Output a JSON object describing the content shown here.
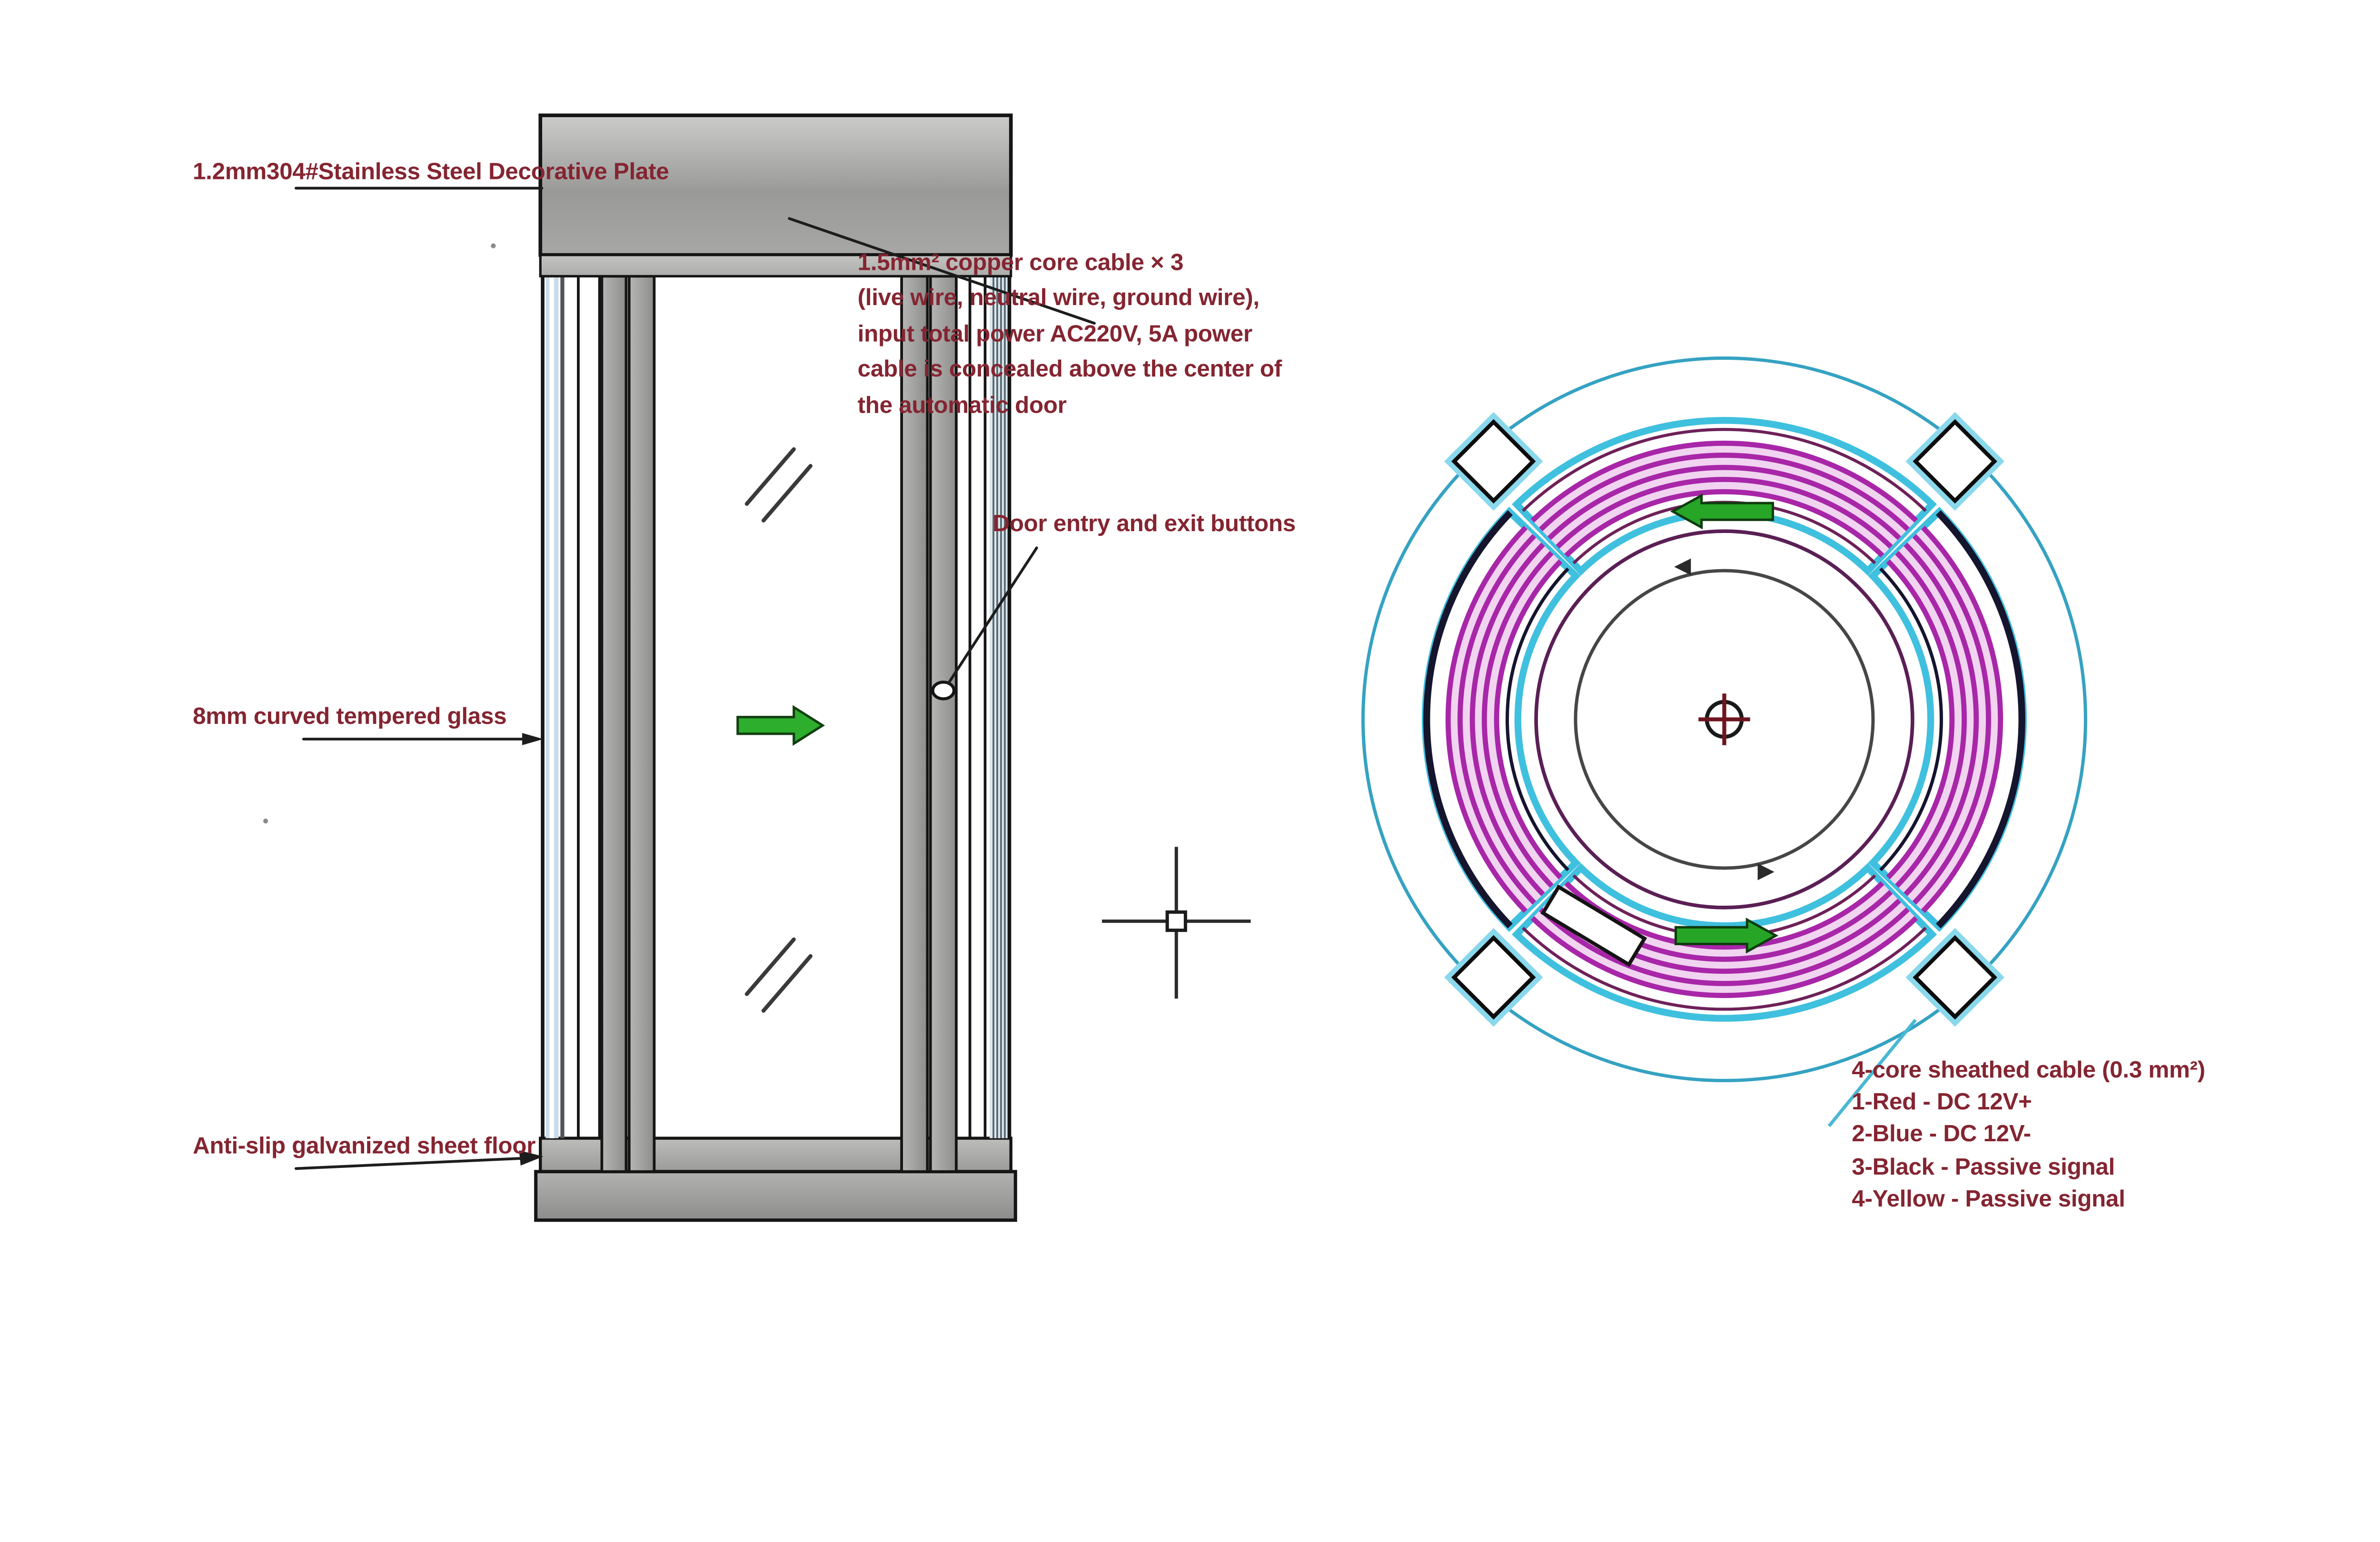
{
  "diagram": {
    "type": "cad-technical-drawing",
    "subject": "automatic curved revolving door",
    "elevation": {
      "labels": {
        "decorative_plate": "1.2mm304#Stainless Steel Decorative Plate",
        "power_cable": [
          "1.5mm² copper core cable × 3",
          "(live wire, neutral wire, ground wire),",
          "input total power AC220V, 5A power",
          "cable is concealed above the center of",
          "the automatic door"
        ],
        "entry_exit_buttons": "Door entry and exit buttons",
        "tempered_glass": "8mm curved tempered glass",
        "floor": "Anti-slip galvanized sheet floor"
      }
    },
    "plan": {
      "cable_note": [
        "4-core sheathed cable (0.3 mm²)",
        "1-Red - DC 12V+",
        "2-Blue - DC 12V-",
        "3-Black - Passive signal",
        "4-Yellow - Passive signal"
      ]
    },
    "colors": {
      "annotation_red": "#842531",
      "arrow_green": "#27a527",
      "glass_cyan": "#3fc0de",
      "stripe_magenta": "#a826a8",
      "track_purple": "#5a1f55",
      "frame_gray": "#9c9c9a"
    }
  }
}
